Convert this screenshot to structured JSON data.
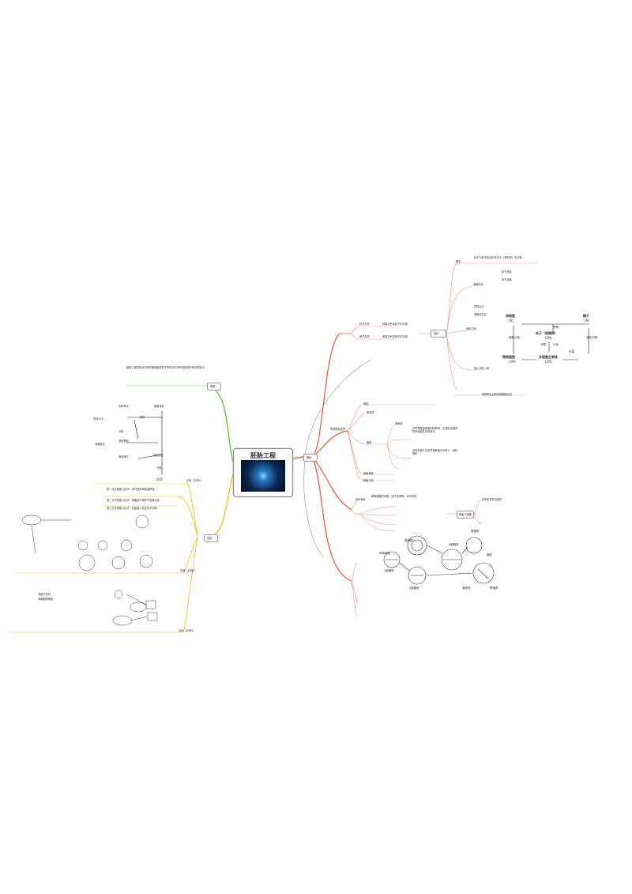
{
  "center": {
    "title": "胚胎工程"
  },
  "branches": {
    "basics": "基础",
    "application": "应用",
    "dream": "理想"
  },
  "right_top": {
    "sperm_label": "精子形成",
    "egg_label": "卵子形成",
    "sperm_note": "精巢中形成精子的过程",
    "egg_note": "卵巢中形成卵子的过程",
    "group_label": "受精",
    "def_label": "概念",
    "def_text": "精子与卵子结合形成合子（受精卵）的过程",
    "prep_label": "准备阶段",
    "prep_sub1": "精子获能",
    "prep_sub2": "卵子准备",
    "pat_label": "受精过程",
    "pat_sub1": "顶体反应",
    "pat_sub2": "透明带反应",
    "barrier_label": "阻止多精入卵",
    "barrier_text": "透明带反应和卵细胞膜反应"
  },
  "cycle": {
    "sperm": "精子",
    "sperm_n": "(N)",
    "egg": "卵细胞",
    "egg_n": "(N)",
    "zygote": "合子（受精卵）",
    "zygote_n": "(2N)",
    "body": "多细胞生物体",
    "body_n": "(2N)",
    "mother": "精原细胞",
    "mother_n": "(2N)",
    "fertil": "受精",
    "div1": "分裂",
    "div2": "分化",
    "div3": "分裂",
    "meiosis1": "减数分裂",
    "meiosis2": "减数分裂"
  },
  "middle": {
    "early_label": "早期胚胎发育",
    "stage1": "卵裂",
    "stage2": "桑葚胚",
    "stage3": "囊胚",
    "stage4": "原肠胚",
    "trans_label": "胚胎移植",
    "trans_note": "将早期胚胎移植到同种的、生理状态相同的其他雌性动物体内",
    "split_label": "胚胎分割",
    "split_note": "采用机械方法将早期胚胎切割成2、4或8等份"
  },
  "lower": {
    "ivf_label": "体外受精",
    "ivf_note": "卵母细胞的采集、精子的获取、体外受精",
    "stem_label": "胚胎干细胞",
    "stem_note": "具有发育的全能性",
    "cycle2_labels": [
      "卵母细胞",
      "受精卵",
      "2细胞胚",
      "4细胞胚",
      "8细胞胚",
      "桑葚胚",
      "囊胚",
      "原肠胚",
      "移植胚"
    ]
  },
  "left": {
    "note_green": "胚胎工程是指对动物早期胚胎或配子所进行的多种显微操作和处理技术",
    "flow_title": "应用",
    "flow_steps": [
      "供体母牛",
      "超数排卵",
      "配种",
      "冲卵",
      "胚胎移植",
      "受体母牛",
      "妊娠检查",
      "分娩"
    ],
    "side_a": "供体公牛",
    "side_b": "同期发情",
    "case1_label": "应用（实例1）",
    "case2_label": "应用（实例2）",
    "case3_label": "应用（实例3）",
    "text_a": "第一代试管婴儿技术：体外受精和胚胎移植",
    "text_b": "第二代试管婴儿技术：卵胞浆内单精子显微注射",
    "text_c": "第三代试管婴儿技术：胚胎植入前遗传学诊断",
    "clone_label": "克隆羊多利",
    "clone_note": "体细胞核移植"
  },
  "colors": {
    "center_edge": "#b0b0b0",
    "basics": "#e2553f",
    "green": "#6bbf45",
    "yellow": "#f0c02a",
    "lines": "#f28b78"
  }
}
